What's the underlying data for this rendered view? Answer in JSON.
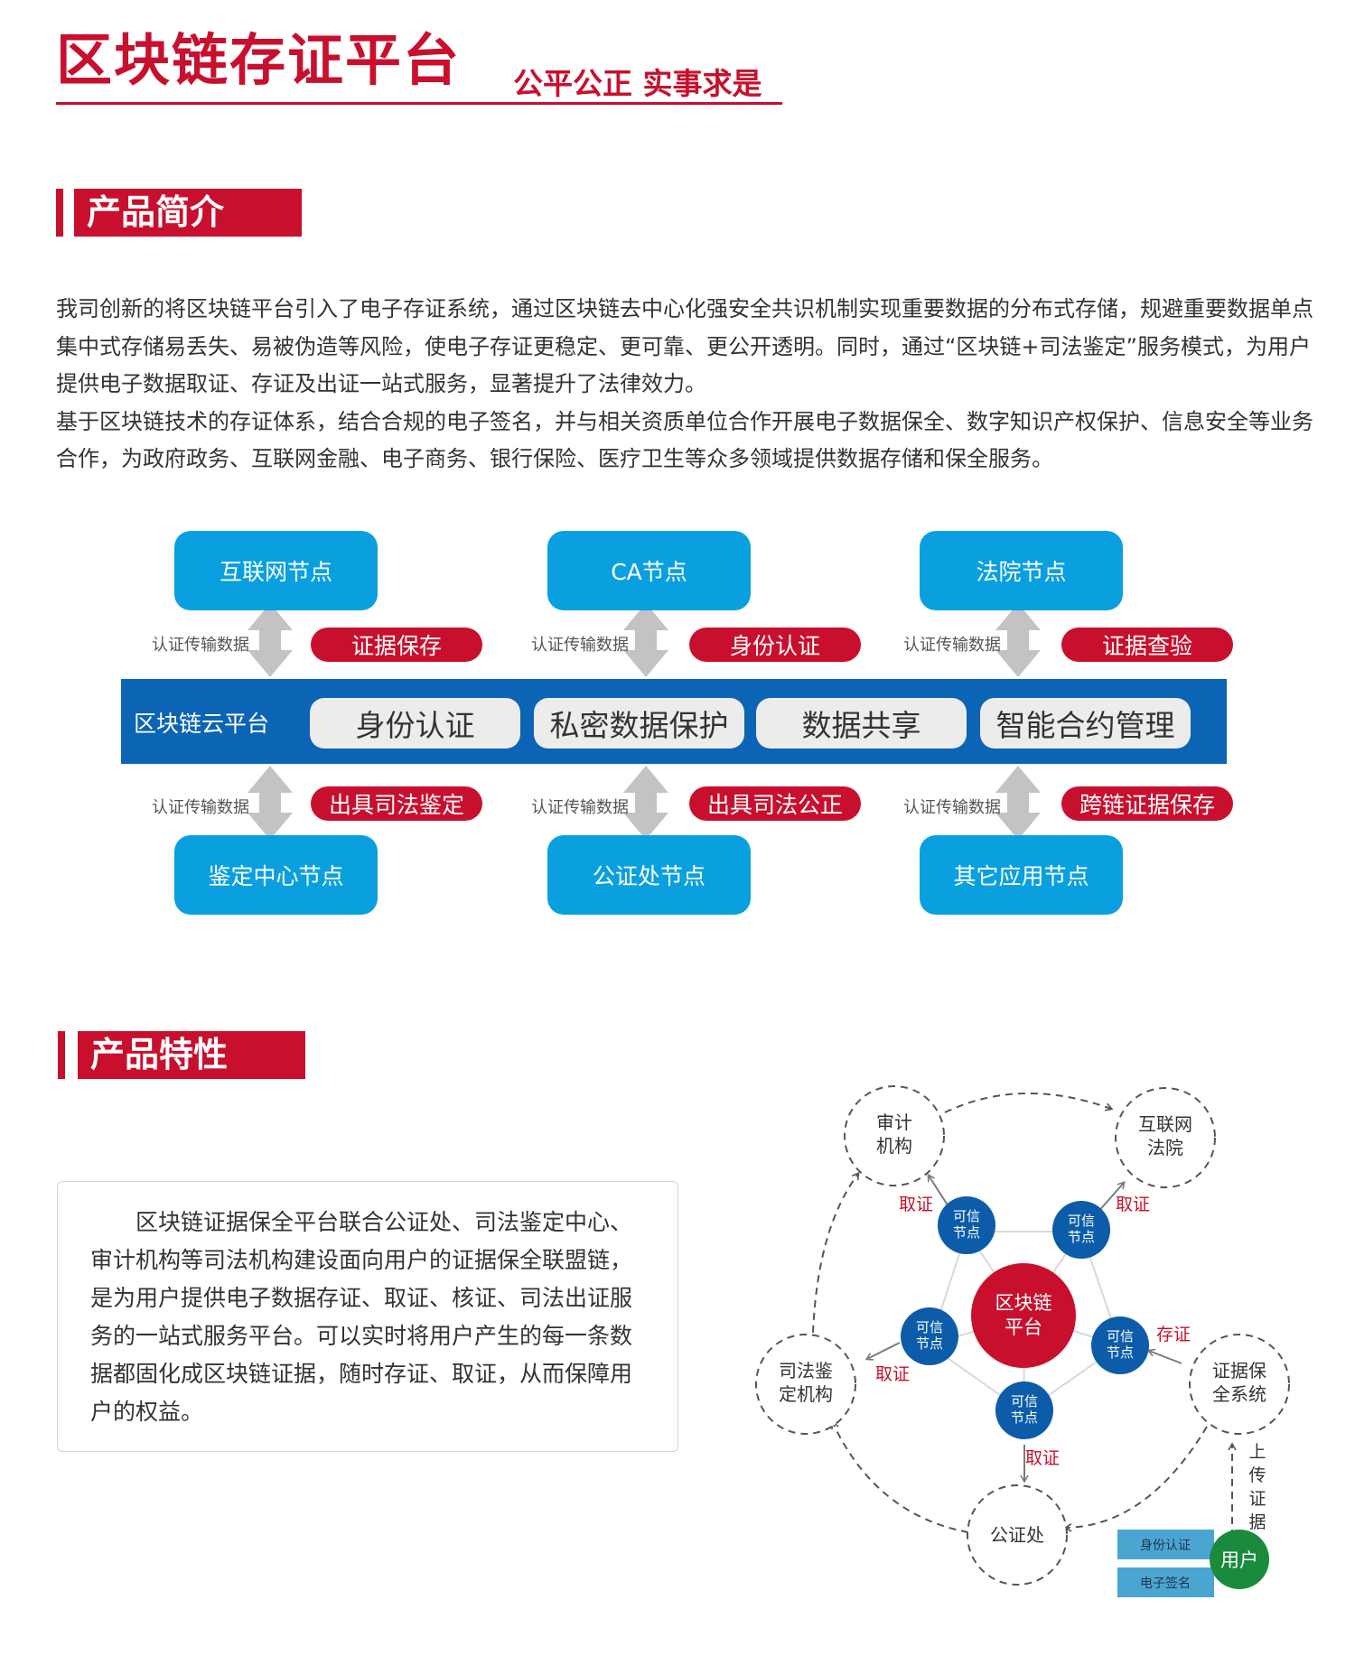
{
  "header": {
    "title": "区块链存证平台",
    "slogan": "公平公正 实事求是"
  },
  "sections": {
    "intro_heading": "产品简介",
    "features_heading": "产品特性"
  },
  "intro": {
    "p1": "我司创新的将区块链平台引入了电子存证系统，通过区块链去中心化强安全共识机制实现重要数据的分布式存储，规避重要数据单点集中式存储易丢失、易被伪造等风险，使电子存证更稳定、更可靠、更公开透明。同时，通过“区块链+司法鉴定”服务模式，为用户提供电子数据取证、存证及出证一站式服务，显著提升了法律效力。",
    "p2": "基于区块链技术的存证体系，结合合规的电子签名，并与相关资质单位合作开展电子数据保全、数字知识产权保护、信息安全等业务合作，为政府政务、互联网金融、电子商务、银行保险、医疗卫生等众多领域提供数据存储和保全服务。"
  },
  "architecture": {
    "top_nodes": [
      "互联网节点",
      "CA节点",
      "法院节点"
    ],
    "bottom_nodes": [
      "鉴定中心节点",
      "公证处节点",
      "其它应用节点"
    ],
    "link_label": "认证传输数据",
    "top_tags": [
      "证据保存",
      "身份认证",
      "证据查验"
    ],
    "bottom_tags": [
      "出具司法鉴定",
      "出具司法公正",
      "跨链证据保存"
    ],
    "platform_label": "区块链云平台",
    "features": [
      "身份认证",
      "私密数据保护",
      "数据共享",
      "智能合约管理"
    ],
    "colors": {
      "node": "#0aa0e0",
      "band": "#0c64b4",
      "tag": "#c8102e",
      "arrow": "#c3c3c3"
    }
  },
  "features_text": "区块链证据保全平台联合公证处、司法鉴定中心、审计机构等司法机构建设面向用户的证据保全联盟链，是为用户提供电子数据存证、取证、核证、司法出证服务的一站式服务平台。可以实时将用户产生的每一条数据都固化成区块链证据，随时存证、取证，从而保障用户的权益。",
  "network": {
    "center": [
      "区块链",
      "平台"
    ],
    "trusted_node": [
      "可信",
      "节点"
    ],
    "outer": {
      "audit": [
        "审计",
        "机构"
      ],
      "court": [
        "互联网",
        "法院"
      ],
      "judicial": [
        "司法鉴",
        "定机构"
      ],
      "preserve": [
        "证据保",
        "全系统"
      ],
      "notary": [
        "公证处"
      ]
    },
    "action_get": "取证",
    "action_store": "存证",
    "upload": [
      "上",
      "传",
      "证",
      "据"
    ],
    "user": "用户",
    "user_tags": [
      "身份认证",
      "电子签名"
    ],
    "colors": {
      "center": "#c8102e",
      "trusted": "#0c5caa",
      "user": "#1a8a3c",
      "user_tag": "#4aa6d0"
    }
  }
}
